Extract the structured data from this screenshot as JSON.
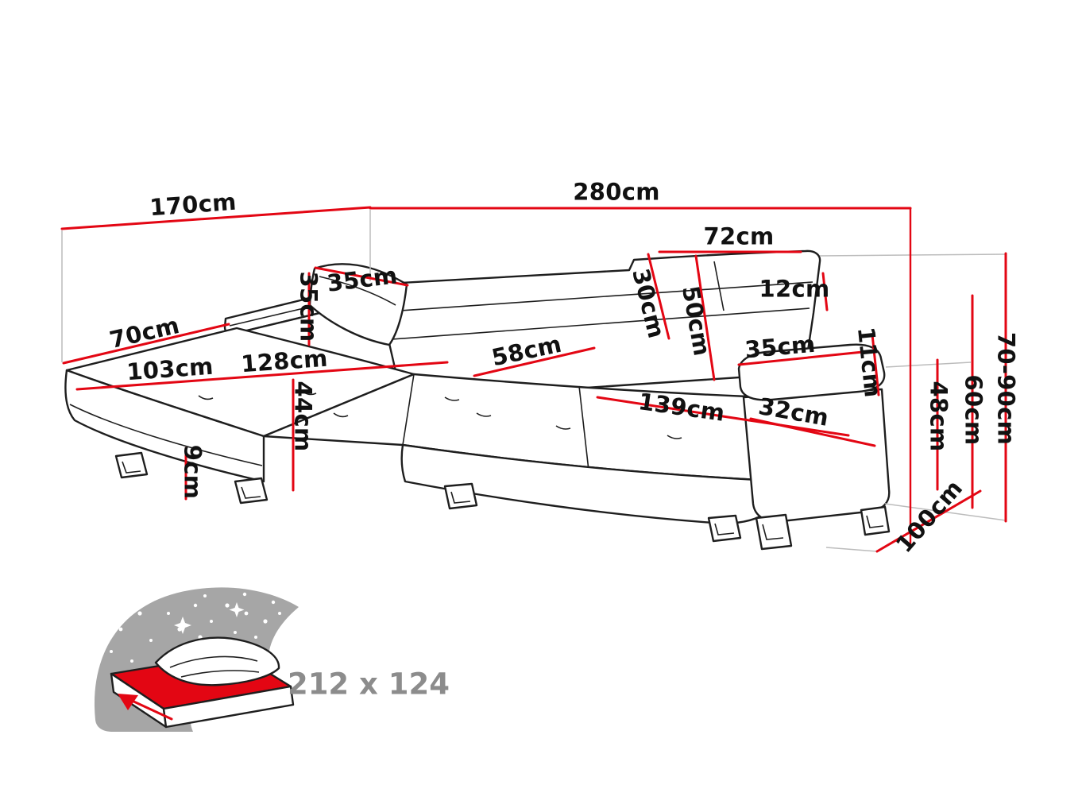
{
  "colors": {
    "background": "#ffffff",
    "outline": "#1e1e1e",
    "dimension_red": "#e30613",
    "label_text": "#111111",
    "sleeping_text": "#8c8c8c",
    "icon_gray": "#a6a6a6"
  },
  "dimensions": {
    "d170": "170cm",
    "d280": "280cm",
    "d72": "72cm",
    "d12": "12cm",
    "d35_pillow": "35cm",
    "d35_pillow_side": "35cm",
    "d70": "70cm",
    "d103": "103cm",
    "d128": "128cm",
    "d58": "58cm",
    "d30": "30cm",
    "d50": "50cm",
    "d35_armrest": "35cm",
    "d11": "11cm",
    "d44": "44cm",
    "d9": "9cm",
    "d139": "139cm",
    "d32": "32cm",
    "d48": "48cm",
    "d60": "60cm",
    "d70_90": "70-90cm",
    "d100": "100cm"
  },
  "sleeping_area": {
    "size_label": "212 x 124"
  },
  "icons": {
    "night_sky": "night-sky-with-stars-icon",
    "bed": "sofa-bed-sleeping-function-icon",
    "arrow": "width-direction-arrow-icon"
  }
}
